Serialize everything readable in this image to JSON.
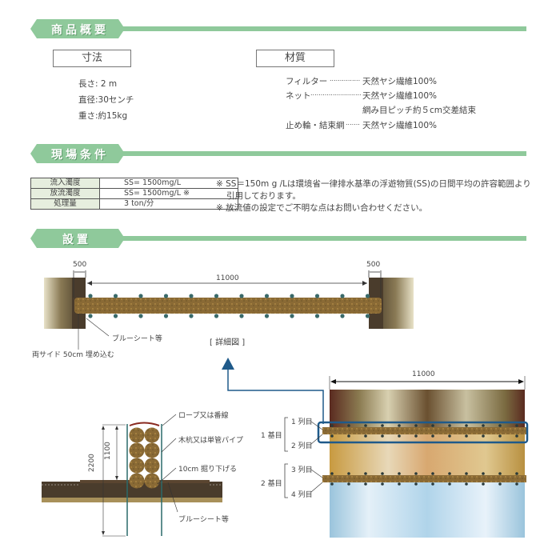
{
  "colors": {
    "accent_green": "#8fc99b",
    "outline_blue": "#1f5a8a",
    "soil_dark": "#4a3c2c",
    "log_brown": "#8a6a35"
  },
  "sections": {
    "overview": {
      "title": "商品概要"
    },
    "conditions": {
      "title": "現場条件"
    },
    "install": {
      "title": "設置"
    }
  },
  "overview": {
    "dimensions": {
      "label": "寸法",
      "items": [
        "長さ: 2 m",
        "直径:30センチ",
        "重さ:約15kg"
      ]
    },
    "material": {
      "label": "材質",
      "items": [
        {
          "name": "フィルター",
          "dots": "...............",
          "value": "天然ヤシ繊維100%"
        },
        {
          "name": "ネット",
          "dots": ".........................",
          "value": "天然ヤシ繊維100%"
        },
        {
          "name": "",
          "dots": "",
          "value": "網み目ピッチ約５cm交差結束"
        },
        {
          "name": "止め輪・結束網",
          "dots": ".......",
          "value": "天然ヤシ繊維100%"
        }
      ]
    }
  },
  "conditions": {
    "table": [
      {
        "key": "流入濁度",
        "value": "SS= 1500mg/L"
      },
      {
        "key": "放流濁度",
        "value": "SS= 1500mg/L ※"
      },
      {
        "key": "処理量",
        "value": "3 ton/分"
      }
    ],
    "notes": [
      "※ SS＝150m g /Lは環境省一律排水基準の浮遊物質(SS)の日間平均の許容範囲より",
      "引用しております。",
      "※ 放流値の設定でご不明な点はお問い合わせください。"
    ]
  },
  "install": {
    "plan": {
      "dim_left": "500",
      "dim_right": "500",
      "dim_span": "11000",
      "label_sheet": "ブルーシート等",
      "label_embed": "両サイド 50cm 埋め込む"
    },
    "detail_title": "[ 詳細図 ]",
    "section": {
      "dim_total": "2200",
      "dim_height": "1100",
      "label_rope": "ロープ又は番線",
      "label_stake": "木杭又は単管パイプ",
      "label_dig": "10cm 掘り下げる",
      "label_sheet": "ブルーシート等"
    },
    "elevation": {
      "dim_span": "11000",
      "group1": "1 基目",
      "group2": "2 基目",
      "rows": [
        "1 列目",
        "2 列目",
        "3 列目",
        "4 列目"
      ]
    }
  }
}
